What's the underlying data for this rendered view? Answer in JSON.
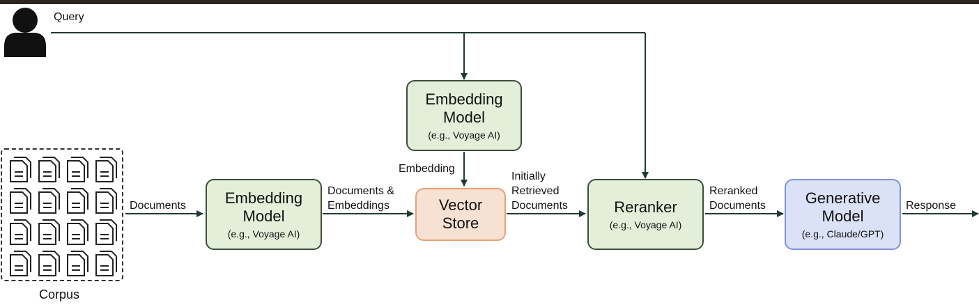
{
  "query_label": "Query",
  "corpus_label": "Corpus",
  "edges": {
    "documents": "Documents",
    "documents_embeddings": [
      "Documents &",
      "Embeddings"
    ],
    "embedding": "Embedding",
    "initially_retrieved": [
      "Initially",
      "Retrieved",
      "Documents"
    ],
    "reranked": [
      "Reranked",
      "Documents"
    ],
    "response": "Response"
  },
  "nodes": {
    "embed_query": {
      "title_lines": [
        "Embedding",
        "Model"
      ],
      "sub": "(e.g., Voyage AI)"
    },
    "embed_docs": {
      "title_lines": [
        "Embedding",
        "Model"
      ],
      "sub": "(e.g., Voyage AI)"
    },
    "vector_store": {
      "title_lines": [
        "Vector",
        "Store"
      ]
    },
    "reranker": {
      "title_lines": [
        "Reranker"
      ],
      "sub": "(e.g., Voyage AI)"
    },
    "generative": {
      "title_lines": [
        "Generative",
        "Model"
      ],
      "sub": "(e.g., Claude/GPT)"
    }
  },
  "colors": {
    "green": "#e3efd9",
    "orange": "#f7e1d3",
    "blue": "#dbe1f6",
    "line": "#1f3a34"
  }
}
